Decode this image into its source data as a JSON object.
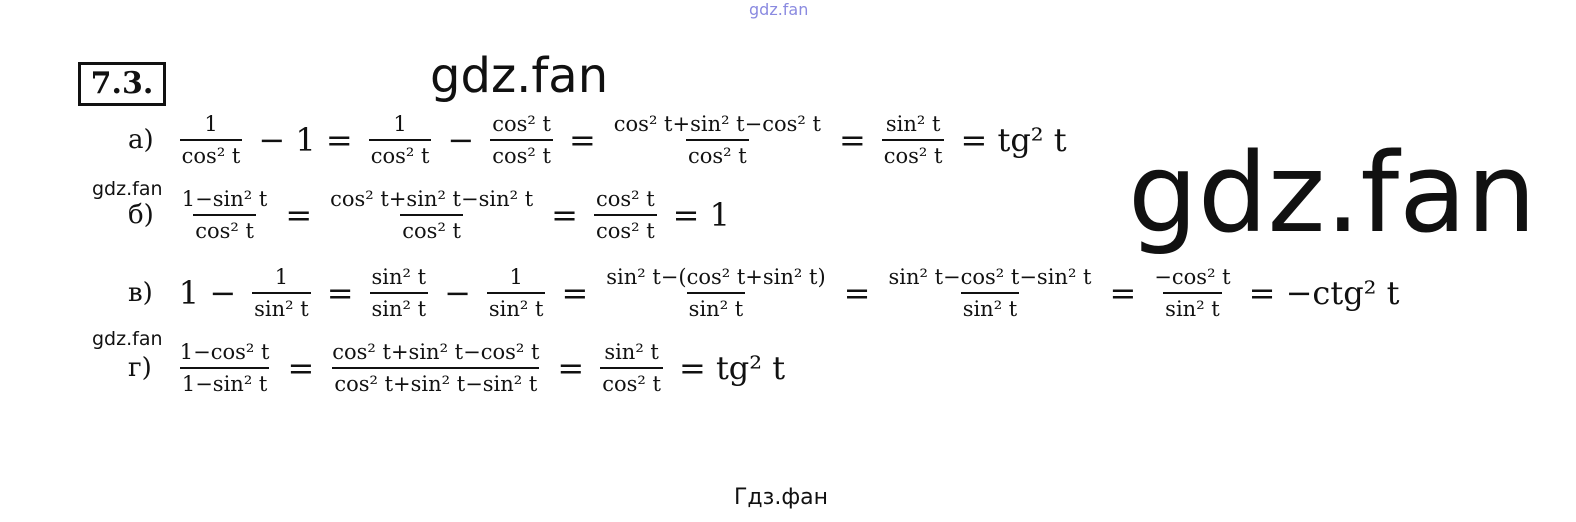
{
  "watermarks": {
    "top": "gdz.fan",
    "mid": "gdz.fan",
    "big": "gdz.fan",
    "small1": "gdz.fan",
    "small2": "gdz.fan",
    "bottom": "Гдз.фан"
  },
  "problem_number": "7.3.",
  "rows": [
    {
      "label": "а)",
      "tokens": [
        {
          "frac": [
            "1",
            "cos² t"
          ]
        },
        {
          "op": "− 1 ="
        },
        {
          "frac": [
            "1",
            "cos² t"
          ]
        },
        {
          "op": "−"
        },
        {
          "frac": [
            "cos² t",
            "cos² t"
          ]
        },
        {
          "op": "="
        },
        {
          "frac": [
            "cos² t+sin² t−cos² t",
            "cos² t"
          ]
        },
        {
          "op": "="
        },
        {
          "frac": [
            "sin² t",
            "cos² t"
          ]
        },
        {
          "op": "= tg² t"
        }
      ]
    },
    {
      "label": "б)",
      "tokens": [
        {
          "frac": [
            "1−sin² t",
            "cos² t"
          ]
        },
        {
          "op": "="
        },
        {
          "frac": [
            "cos² t+sin² t−sin² t",
            "cos² t"
          ]
        },
        {
          "op": "="
        },
        {
          "frac": [
            "cos² t",
            "cos² t"
          ]
        },
        {
          "op": "= 1"
        }
      ]
    },
    {
      "label": "в)",
      "tokens": [
        {
          "op": "1 −"
        },
        {
          "frac": [
            "1",
            "sin² t"
          ]
        },
        {
          "op": "="
        },
        {
          "frac": [
            "sin² t",
            "sin² t"
          ]
        },
        {
          "op": "−"
        },
        {
          "frac": [
            "1",
            "sin² t"
          ]
        },
        {
          "op": "="
        },
        {
          "frac": [
            "sin² t−(cos² t+sin² t)",
            "sin² t"
          ]
        },
        {
          "op": "="
        },
        {
          "frac": [
            "sin² t−cos² t−sin² t",
            "sin² t"
          ]
        },
        {
          "op": "="
        },
        {
          "frac": [
            "−cos² t",
            "sin² t"
          ]
        },
        {
          "op": "= −ctg² t"
        }
      ]
    },
    {
      "label": "г)",
      "tokens": [
        {
          "frac": [
            "1−cos² t",
            "1−sin² t"
          ]
        },
        {
          "op": "="
        },
        {
          "frac": [
            "cos² t+sin² t−cos² t",
            "cos² t+sin² t−sin² t"
          ]
        },
        {
          "op": "="
        },
        {
          "frac": [
            "sin² t",
            "cos² t"
          ]
        },
        {
          "op": "= tg² t"
        }
      ]
    }
  ]
}
